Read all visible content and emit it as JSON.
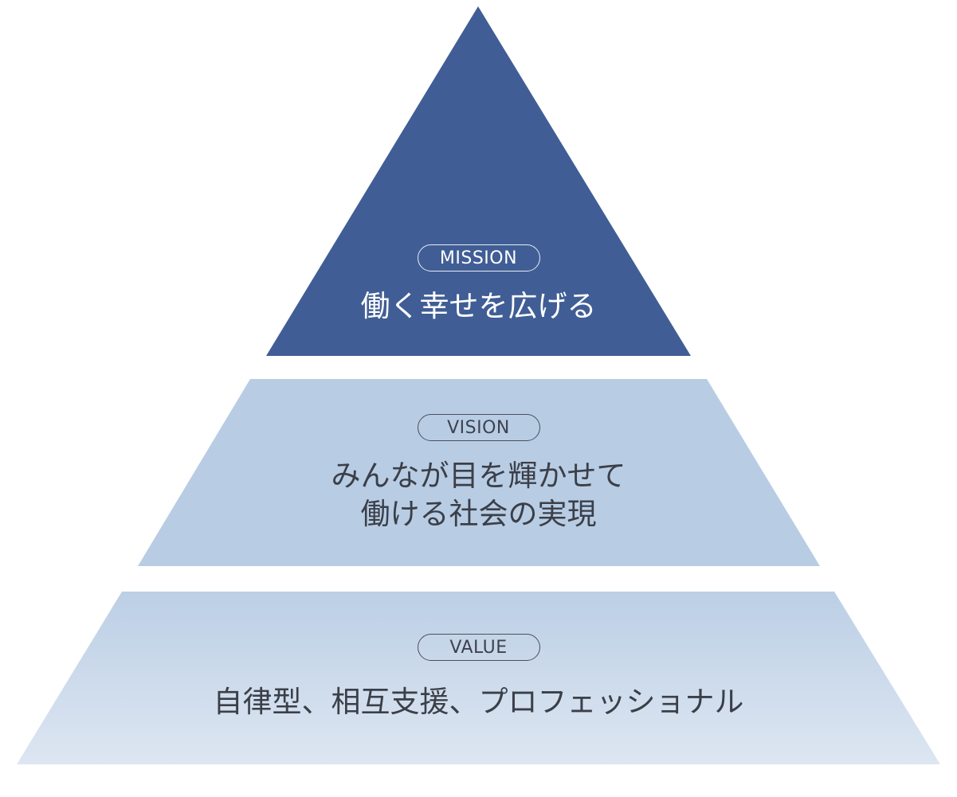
{
  "tiers": {
    "mission": {
      "label": "MISSION",
      "statement": "働く幸せを広げる",
      "fill": "#405e95",
      "text_color": "#ffffff"
    },
    "vision": {
      "label": "VISION",
      "statement_line1": "みんなが目を輝かせて",
      "statement_line2": "働ける社会の実現",
      "fill": "#b8cde4",
      "text_color": "#3b3f48"
    },
    "value": {
      "label": "VALUE",
      "statement": "自律型、相互支援、プロフェッショナル",
      "fill_top": "#bccfe5",
      "fill_bottom": "#dde6f2",
      "text_color": "#3b3f48"
    }
  }
}
